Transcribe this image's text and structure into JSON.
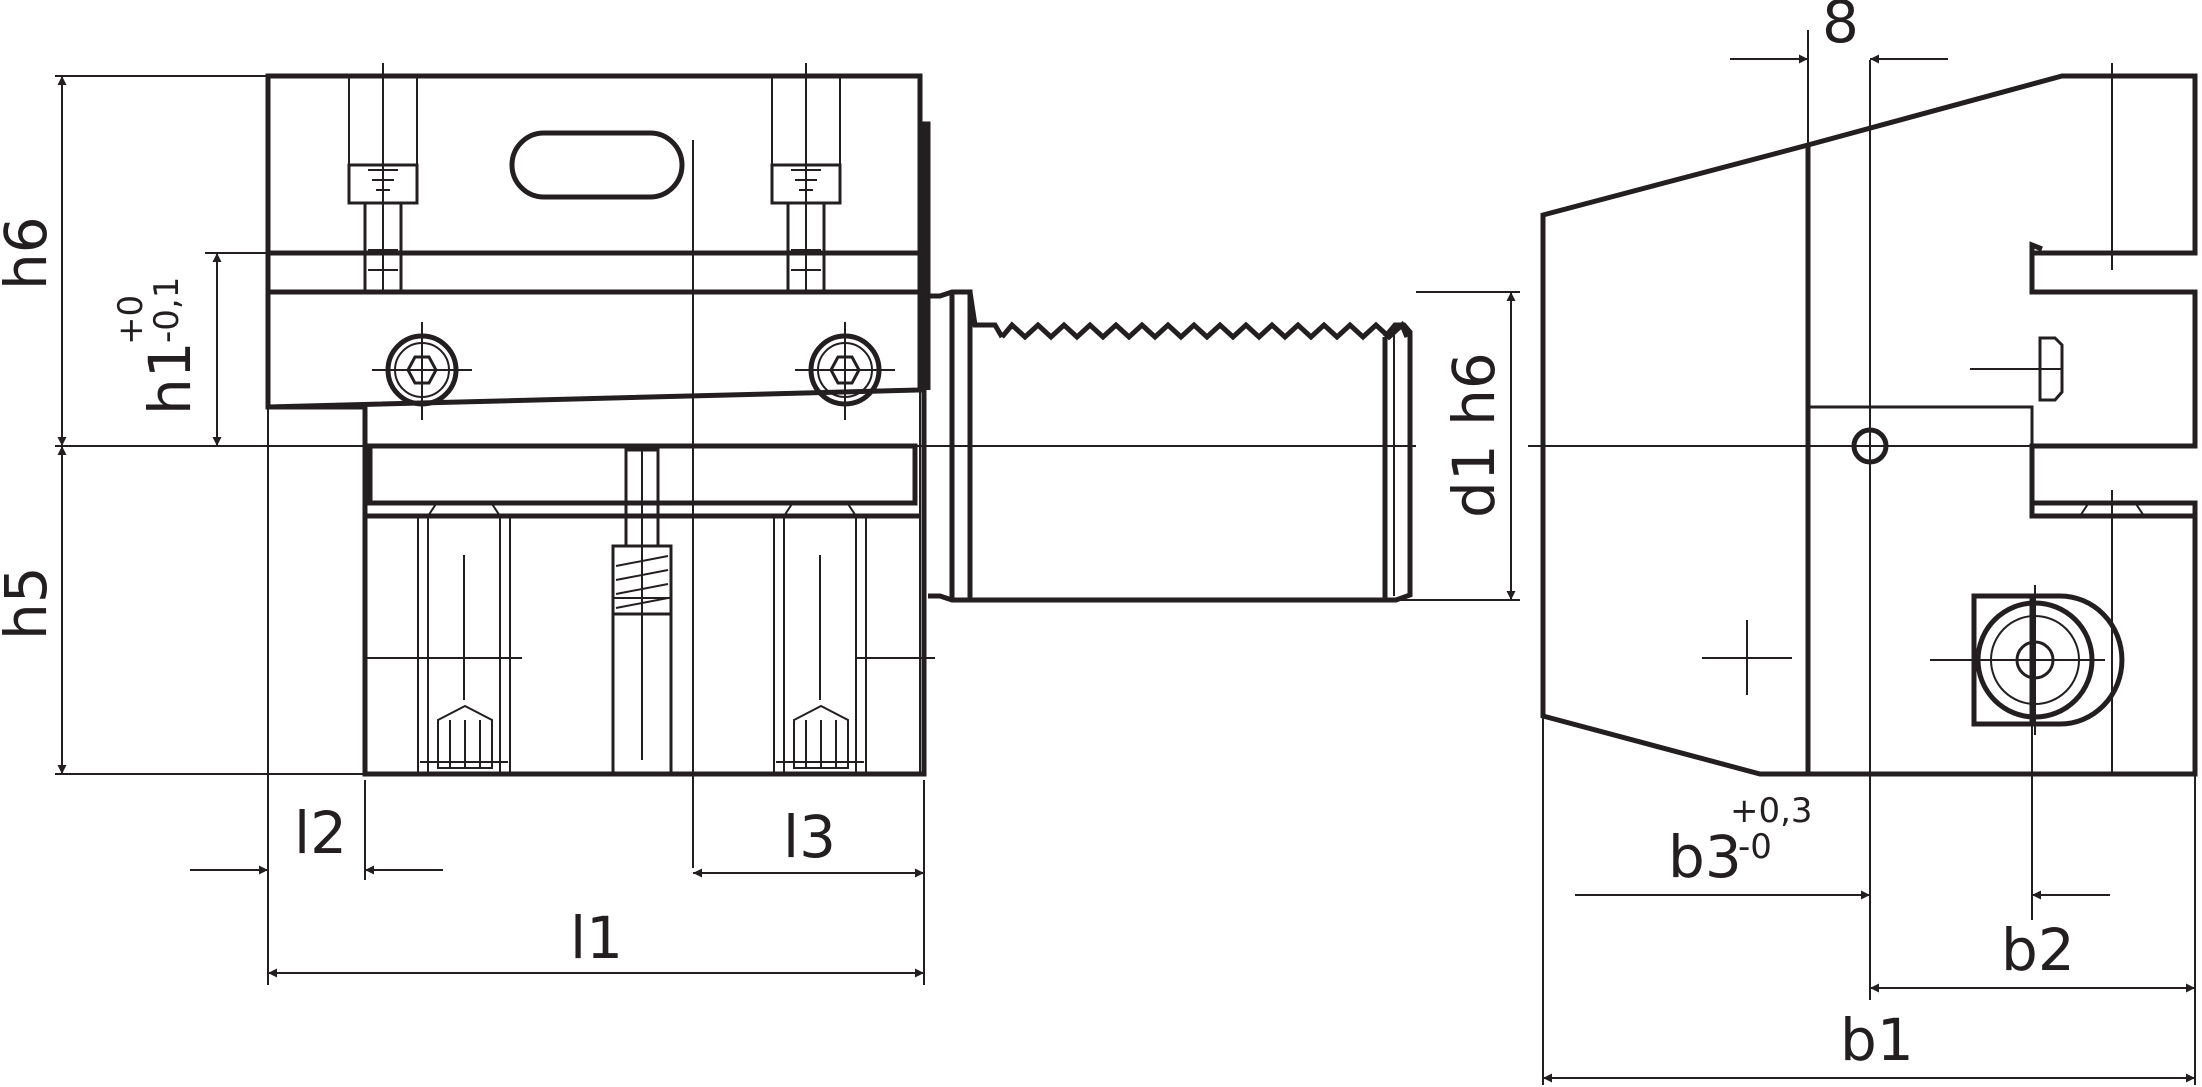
{
  "dimensions": {
    "h6": "h6",
    "h1": "h1",
    "h1_tol_upper": "+0",
    "h1_tol_lower": "-0,1",
    "h5": "h5",
    "l1": "l1",
    "l2": "l2",
    "l3": "l3",
    "d1": "d1 h6",
    "eight": "8",
    "b1": "b1",
    "b2": "b2",
    "b3": "b3",
    "b3_tol_upper": "+0,3",
    "b3_tol_lower": "-0"
  },
  "colors": {
    "line": "#231f20",
    "background": "#ffffff"
  }
}
